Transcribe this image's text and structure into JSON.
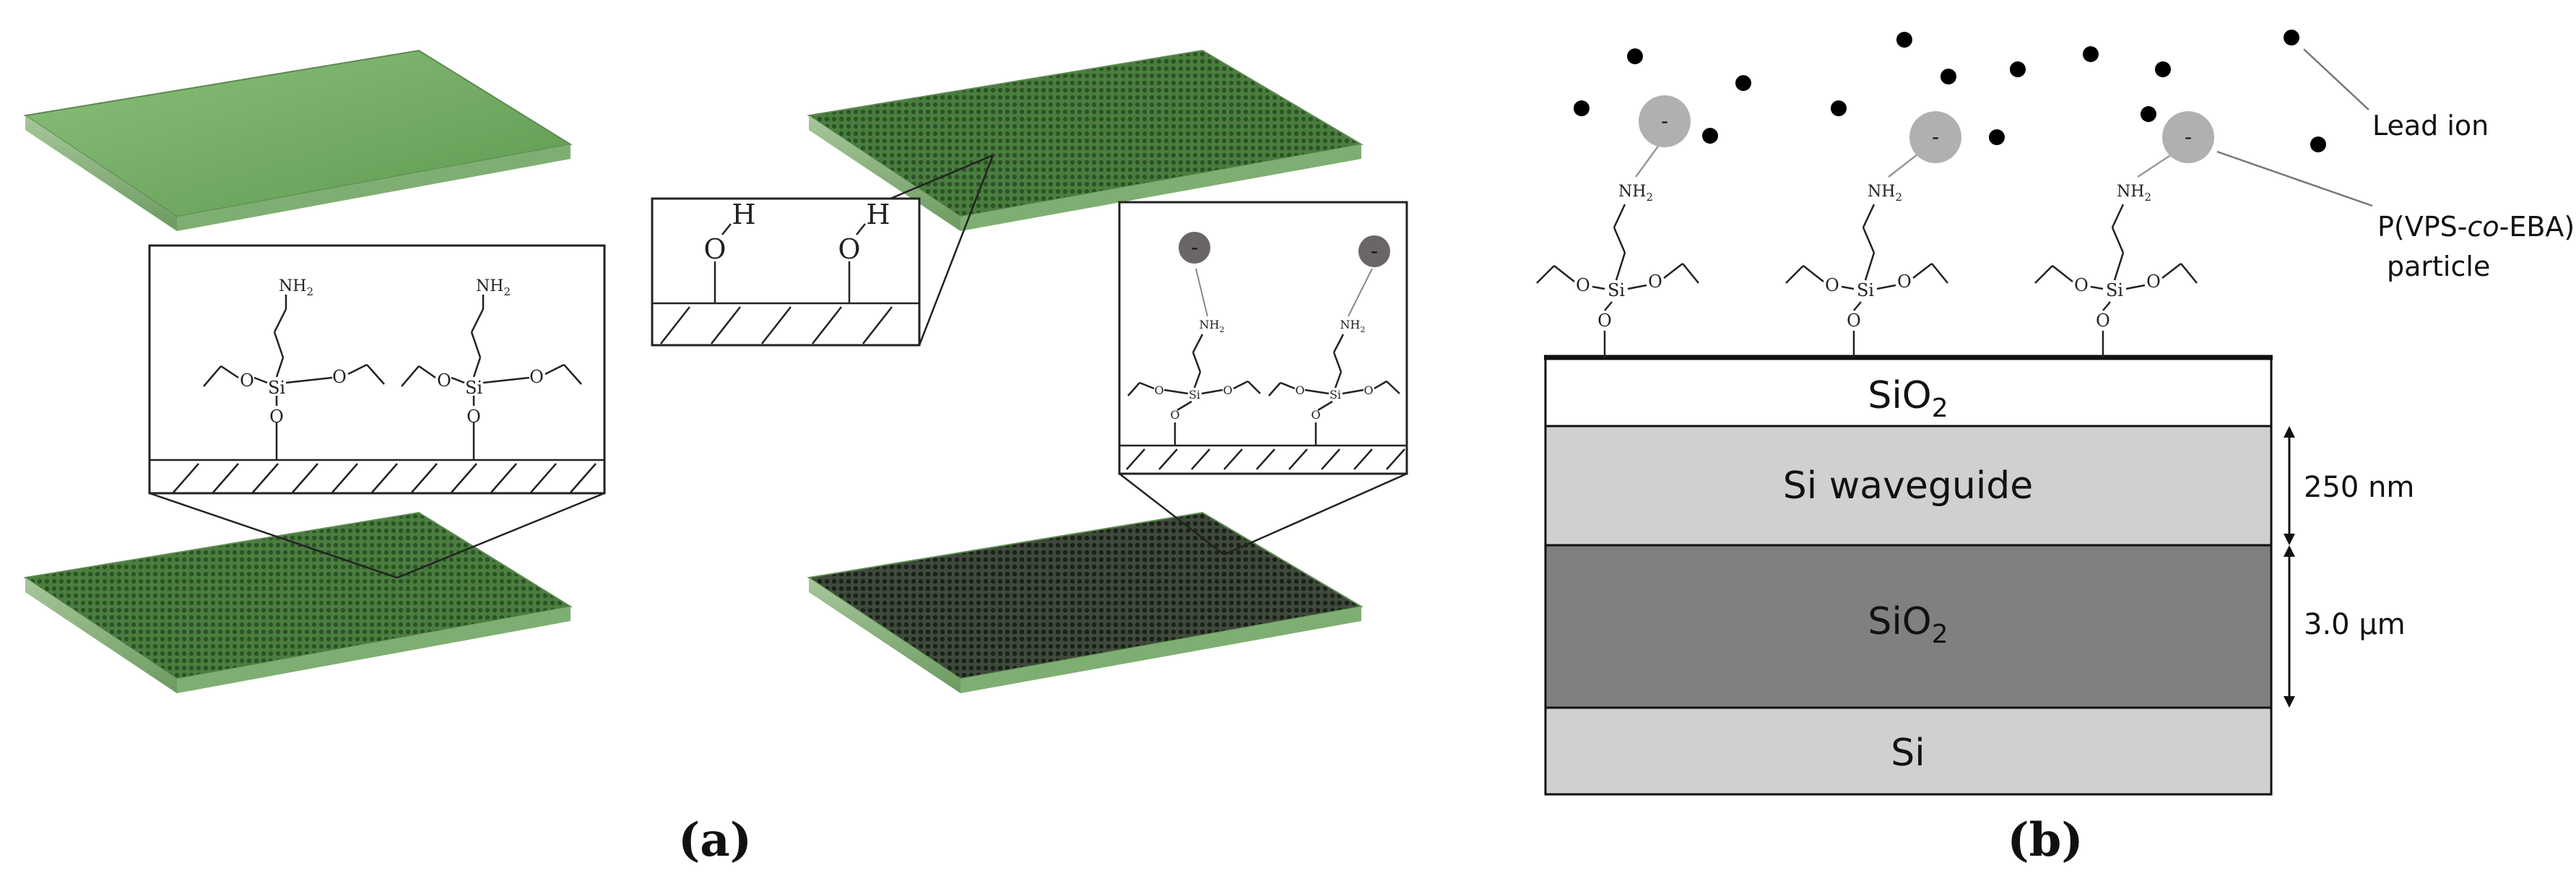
{
  "panel_a": {
    "caption": "(a)",
    "chem_labels": {
      "amine": "NH",
      "amine_sub": "2",
      "silicon": "Si",
      "oxygen": "O",
      "hydrogen": "H",
      "charge": "-"
    }
  },
  "panel_b": {
    "caption": "(b)",
    "layers": {
      "top_oxide": "SiO",
      "top_oxide_sub": "2",
      "waveguide": "Si waveguide",
      "buried_oxide": "SiO",
      "buried_oxide_sub": "2",
      "substrate": "Si"
    },
    "dimensions": {
      "waveguide_thickness": "250 nm",
      "oxide_thickness": "3.0 µm"
    },
    "legend": {
      "lead_ion": "Lead ion",
      "particle_line1_pre": "P(VPS-",
      "particle_line1_italic": "co",
      "particle_line1_post": "-EBA)",
      "particle_line2": "particle"
    },
    "colors": {
      "top_oxide": "#ffffff",
      "waveguide": "#d0d0d0",
      "buried_oxide": "#808080",
      "substrate": "#d0d0d0",
      "particle": "#b0b0b0",
      "lead_ion": "#000000",
      "slab_green": "#5f9a55"
    }
  }
}
